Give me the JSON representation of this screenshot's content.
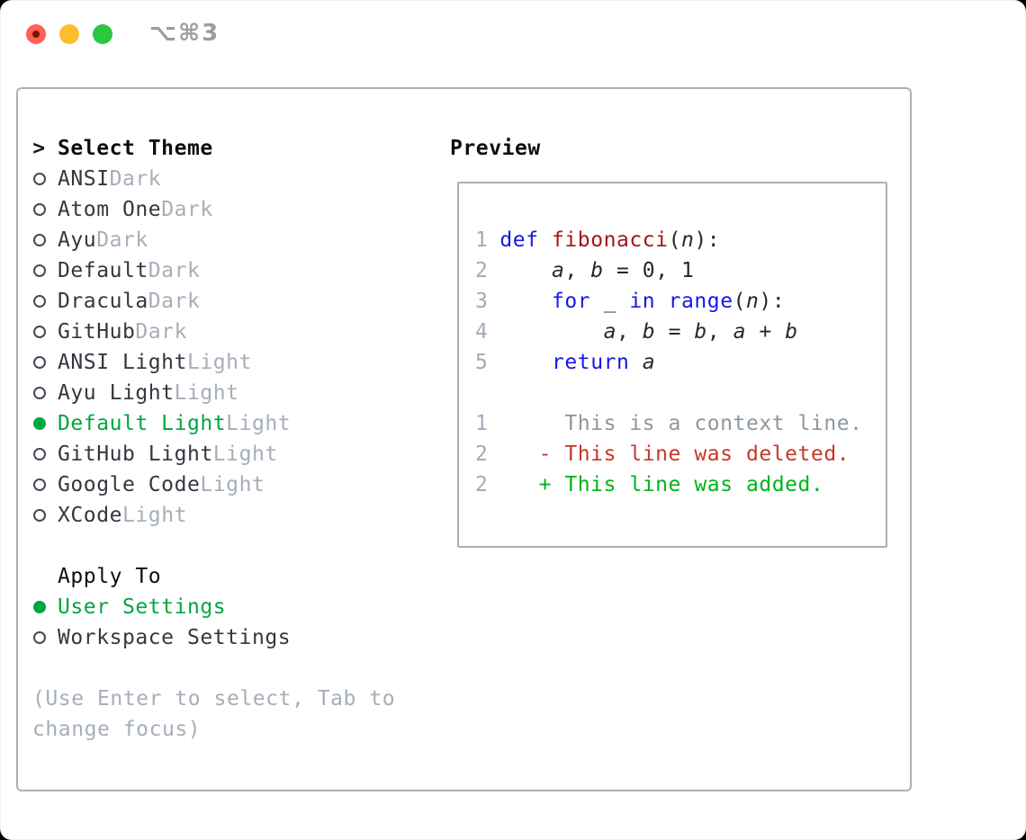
{
  "window": {
    "title": "⌥⌘3",
    "traffic_lights": [
      "close",
      "minimize",
      "zoom"
    ]
  },
  "theme_panel": {
    "header": "Select Theme",
    "cursor": ">",
    "items": [
      {
        "name": "ANSI",
        "variant": "Dark",
        "selected": false
      },
      {
        "name": "Atom One",
        "variant": "Dark",
        "selected": false
      },
      {
        "name": "Ayu",
        "variant": "Dark",
        "selected": false
      },
      {
        "name": "Default",
        "variant": "Dark",
        "selected": false
      },
      {
        "name": "Dracula",
        "variant": "Dark",
        "selected": false
      },
      {
        "name": "GitHub",
        "variant": "Dark",
        "selected": false
      },
      {
        "name": "ANSI Light",
        "variant": "Light",
        "selected": false
      },
      {
        "name": "Ayu Light",
        "variant": "Light",
        "selected": false
      },
      {
        "name": "Default Light",
        "variant": "Light",
        "selected": true
      },
      {
        "name": "GitHub Light",
        "variant": "Light",
        "selected": false
      },
      {
        "name": "Google Code",
        "variant": "Light",
        "selected": false
      },
      {
        "name": "XCode",
        "variant": "Light",
        "selected": false
      }
    ]
  },
  "apply_panel": {
    "header": "Apply To",
    "options": [
      {
        "name": "User Settings",
        "selected": true
      },
      {
        "name": "Workspace Settings",
        "selected": false
      }
    ]
  },
  "help_text": {
    "line1": "(Use Enter to select, Tab to",
    "line2": "change focus)"
  },
  "preview": {
    "header": "Preview",
    "code_lines": [
      {
        "num": "1",
        "tokens": [
          {
            "t": " "
          },
          {
            "t": "def "
          },
          {
            "t": "fibonacci"
          },
          {
            "t": "("
          },
          {
            "t": "n"
          },
          {
            "t": "):"
          }
        ]
      },
      {
        "num": "2",
        "tokens": [
          {
            "t": "     "
          },
          {
            "t": "a"
          },
          {
            "t": ", "
          },
          {
            "t": "b"
          },
          {
            "t": " = 0, 1"
          }
        ]
      },
      {
        "num": "3",
        "tokens": [
          {
            "t": "     "
          },
          {
            "t": "for"
          },
          {
            "t": " _ "
          },
          {
            "t": "in"
          },
          {
            "t": " "
          },
          {
            "t": "range"
          },
          {
            "t": "("
          },
          {
            "t": "n"
          },
          {
            "t": "):"
          }
        ]
      },
      {
        "num": "4",
        "tokens": [
          {
            "t": "         "
          },
          {
            "t": "a"
          },
          {
            "t": ", "
          },
          {
            "t": "b"
          },
          {
            "t": " = "
          },
          {
            "t": "b"
          },
          {
            "t": ", "
          },
          {
            "t": "a"
          },
          {
            "t": " + "
          },
          {
            "t": "b"
          }
        ]
      },
      {
        "num": "5",
        "tokens": [
          {
            "t": "     "
          },
          {
            "t": "return "
          },
          {
            "t": "a"
          }
        ]
      }
    ],
    "diff_lines": [
      {
        "num": "1",
        "kind": "context",
        "text": "      This is a context line."
      },
      {
        "num": "2",
        "kind": "deleted",
        "text": "    - This line was deleted."
      },
      {
        "num": "2",
        "kind": "added",
        "text": "    + This line was added."
      }
    ]
  },
  "colors": {
    "accent-green": "#00a63f",
    "diff-add-green": "#00b31b",
    "diff-del-red": "#c43a28",
    "keyword-blue": "#1717e6",
    "function-red": "#a31515",
    "text-dark": "#32383f",
    "muted-gray": "#a6aeb9",
    "line-number-gray": "#a0abb8",
    "context-gray": "#8e979e",
    "border-gray": "#a9afba",
    "title-gray": "#9b9ba1",
    "tl-red": "#ff5f57",
    "tl-yellow": "#febc2e",
    "tl-green": "#29c83f"
  }
}
